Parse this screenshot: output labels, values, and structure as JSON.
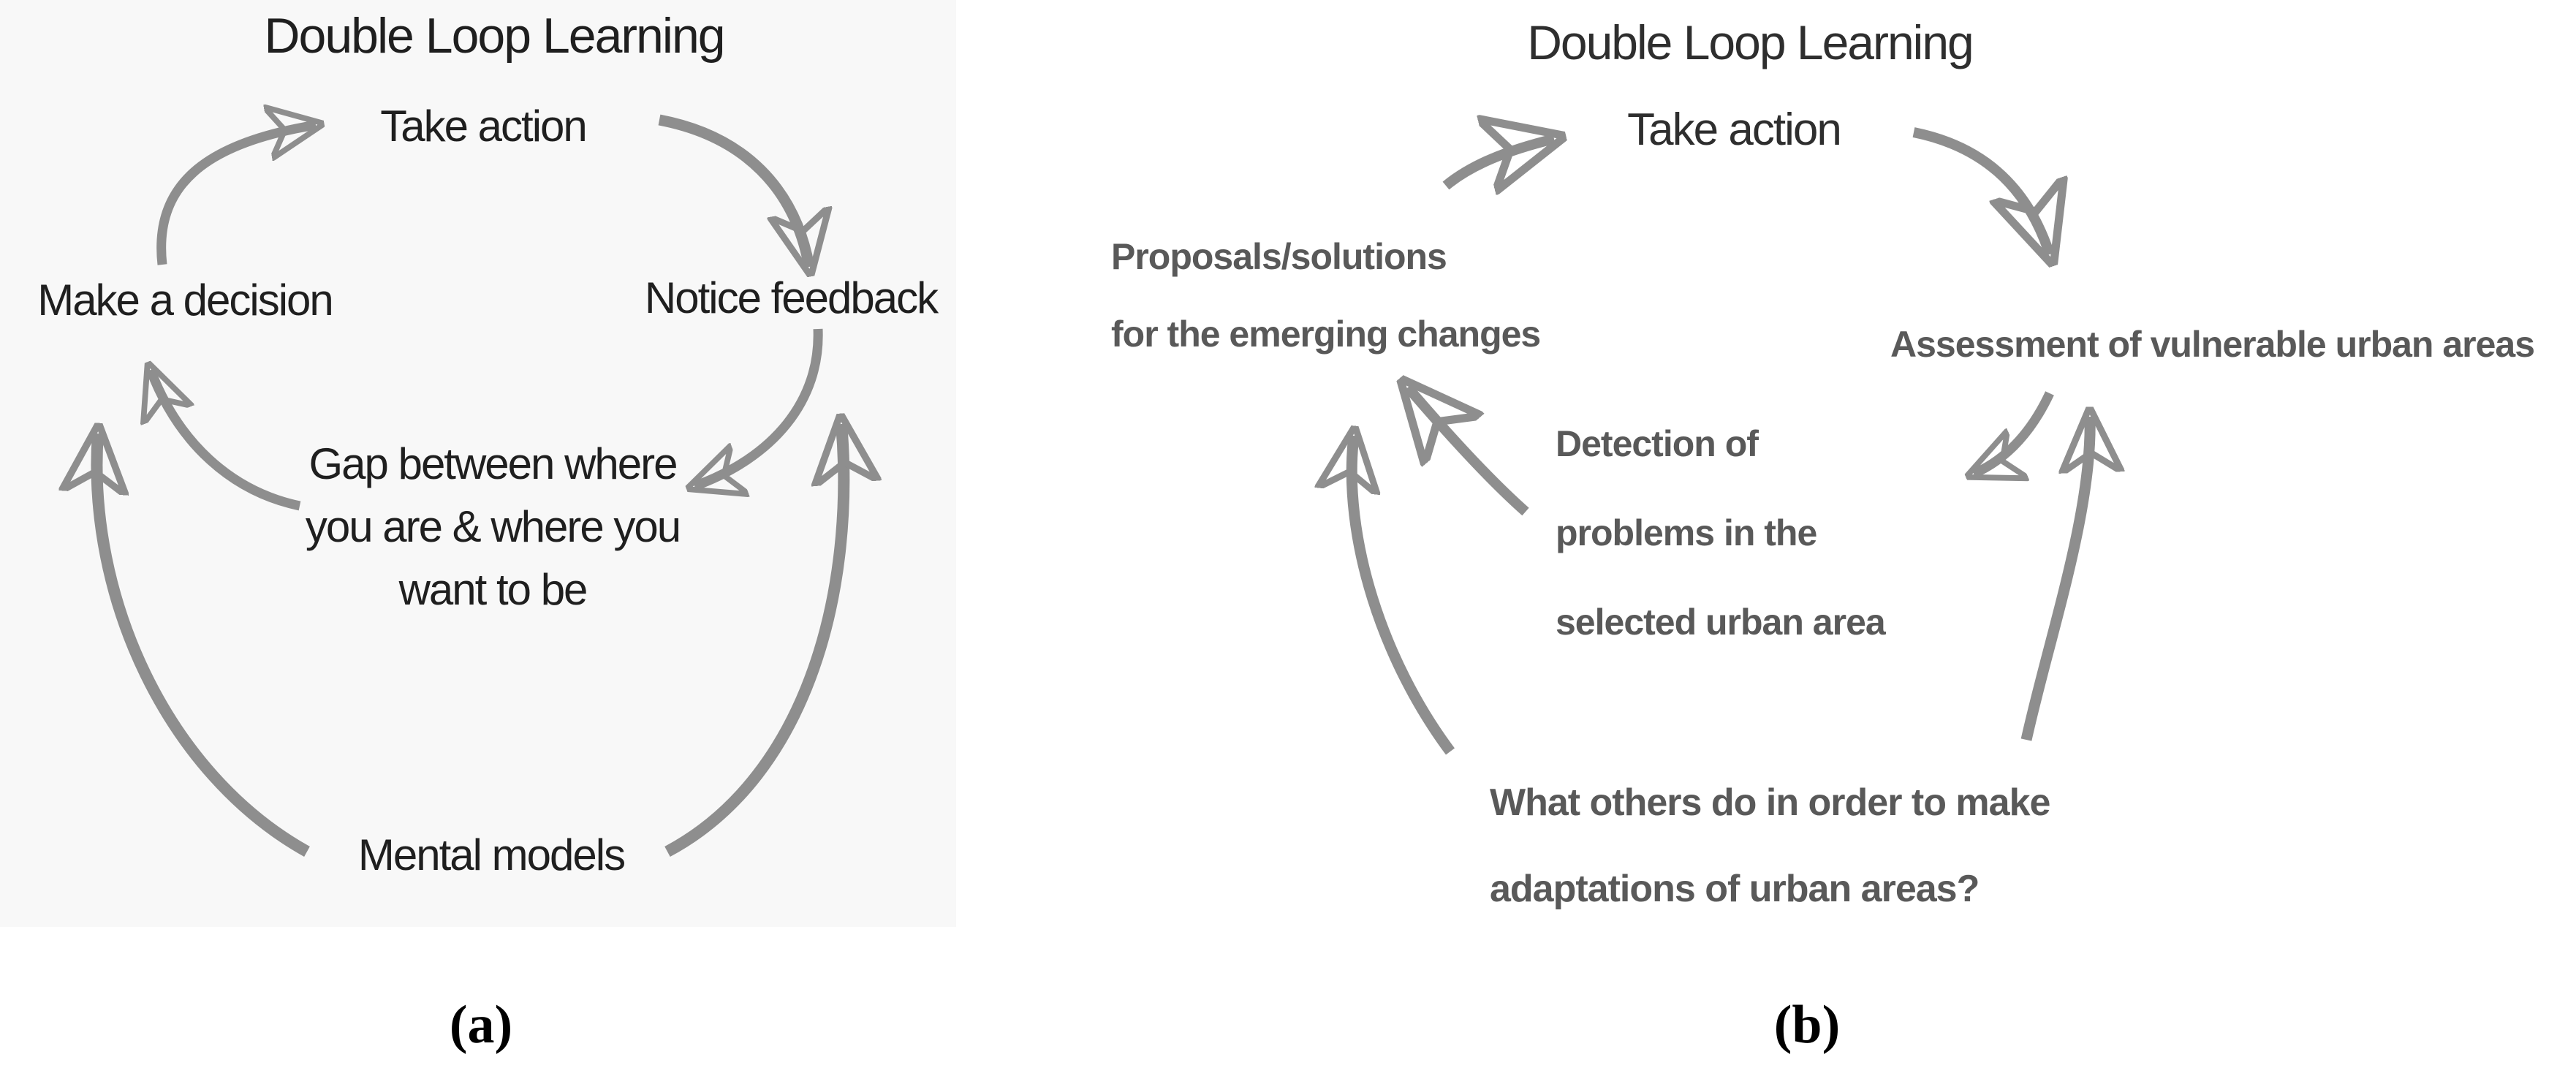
{
  "figure": {
    "description": "Two double-loop-learning cycle diagrams shown side by side as sub-figures (a) and (b)"
  },
  "colors": {
    "arrow": "#8e8e8e",
    "text_a": "#1f1f1f",
    "text_b_dark": "#2e2e2e",
    "text_b_gray": "#595959",
    "panel_a_bg": "#f8f8f8"
  },
  "panels": {
    "a": {
      "caption": "(a)",
      "title": "Double Loop Learning",
      "nodes": {
        "take_action": "Take action",
        "make_decision": "Make a decision",
        "notice_feedback": "Notice feedback",
        "gap": [
          "Gap between where",
          "you are & where you",
          "want to be"
        ],
        "mental_models": "Mental models"
      }
    },
    "b": {
      "caption": "(b)",
      "title": "Double Loop Learning",
      "nodes": {
        "take_action": "Take action",
        "proposals": [
          "Proposals/solutions",
          "for the emerging changes"
        ],
        "assessment": "Assessment of vulnerable urban areas",
        "detection": [
          "Detection of",
          "problems in the",
          "selected urban area"
        ],
        "what_others": [
          "What others do in order to make",
          "adaptations of urban areas?"
        ]
      }
    }
  }
}
